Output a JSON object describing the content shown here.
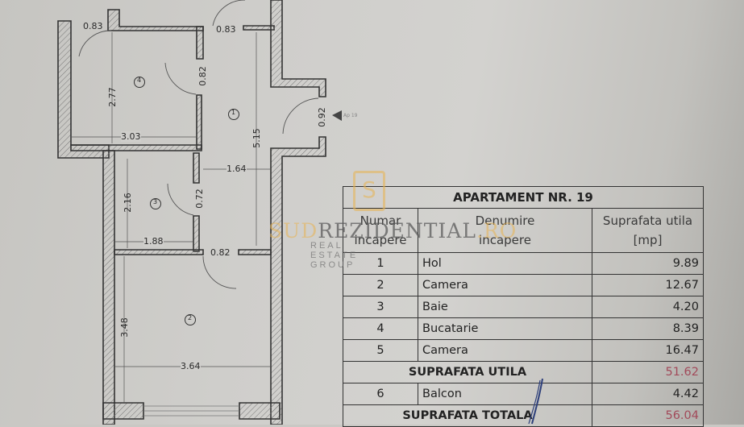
{
  "floor_plan": {
    "rooms": [
      {
        "number": "1",
        "label": "Hol"
      },
      {
        "number": "2",
        "label": "Camera"
      },
      {
        "number": "3",
        "label": "Baie"
      },
      {
        "number": "4",
        "label": "Bucatarie"
      }
    ],
    "dimensions": {
      "d_top_left": "0.83",
      "d_top_mid": "0.83",
      "d_room4_height": "2.77",
      "d_room4_door": "0.82",
      "d_room4_width": "3.03",
      "d_hol_length": "5.15",
      "d_entrance": "0.92",
      "d_hol_width": "1.64",
      "d_room3_height": "2.16",
      "d_room3_door": "0.72",
      "d_room3_width": "1.88",
      "d_room2_door": "0.82",
      "d_room2_height": "3.48",
      "d_room2_width": "3.64"
    },
    "entrance_marker": "Ap 19"
  },
  "watermark": {
    "brand_prefix": "SUD",
    "brand_main": "REZIDENTIAL",
    "brand_suffix": ".RO",
    "tagline": "REAL ESTATE GROUP",
    "logo_letter": "S"
  },
  "table": {
    "title": "APARTAMENT NR. 19",
    "headers": {
      "col1": [
        "Numar",
        "incapere"
      ],
      "col2": [
        "Denumire",
        "incapere"
      ],
      "col3": [
        "Suprafata utila",
        "[mp]"
      ]
    },
    "rows": [
      {
        "nr": "1",
        "name": "Hol",
        "area": "9.89"
      },
      {
        "nr": "2",
        "name": "Camera",
        "area": "12.67"
      },
      {
        "nr": "3",
        "name": "Baie",
        "area": "4.20"
      },
      {
        "nr": "4",
        "name": "Bucatarie",
        "area": "8.39"
      },
      {
        "nr": "5",
        "name": "Camera",
        "area": "16.47"
      }
    ],
    "subtotal": {
      "label": "SUPRAFATA UTILA",
      "value": "51.62"
    },
    "extra_rows": [
      {
        "nr": "6",
        "name": "Balcon",
        "area": "4.42"
      }
    ],
    "total": {
      "label": "SUPRAFATA TOTALA",
      "value": "56.04"
    }
  }
}
